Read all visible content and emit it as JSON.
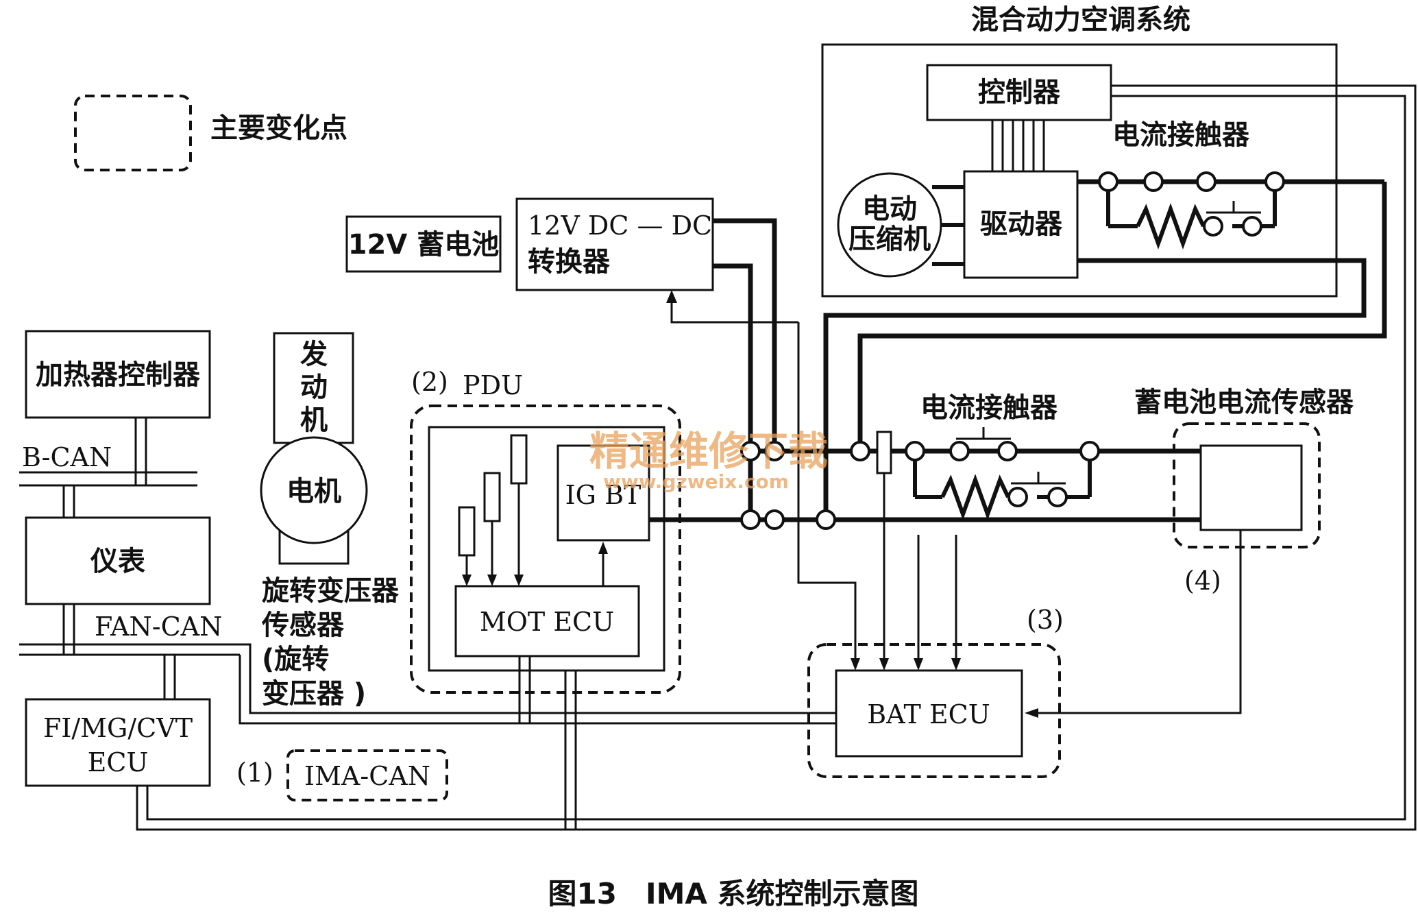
{
  "legend": {
    "label": "主要变化点"
  },
  "texts": {
    "hvac_title": "混合动力空调系统",
    "controller": "控制器",
    "contactor_top": "电流接触器",
    "motor_comp_1": "电动",
    "motor_comp_2": "压缩机",
    "driver": "驱动器",
    "battery_12v": "12V 蓄电池",
    "dcdc_1": "12V DC — DC",
    "dcdc_2": "转换器",
    "heater_ctrl": "加热器控制器",
    "bcan": "B-CAN",
    "meter": "仪表",
    "fancan": "FAN-CAN",
    "fi_ecu_1": "FI/MG/CVT",
    "fi_ecu_2": "ECU",
    "engine_1": "发",
    "engine_2": "动",
    "engine_3": "机",
    "motor": "电机",
    "resolver_1": "旋转变压器",
    "resolver_2": "传感器",
    "resolver_3": "(旋转",
    "resolver_4": "变压器 )",
    "pdu_num": "(2)",
    "pdu": "PDU",
    "igbt": "IG BT",
    "mot_ecu": "MOT ECU",
    "contactor_mid": "电流接触器",
    "current_sensor": "蓄电池电流传感器",
    "num3": "(3)",
    "num4": "(4)",
    "bat_ecu": "BAT ECU",
    "num1": "(1)",
    "ima_can": "IMA-CAN",
    "caption": "图13　IMA 系统控制示意图",
    "watermark_cn": "精通维修下载",
    "watermark_url": "www.gzweix.com"
  },
  "colors": {
    "line": "#111111",
    "watermark": "#e8a25c"
  }
}
